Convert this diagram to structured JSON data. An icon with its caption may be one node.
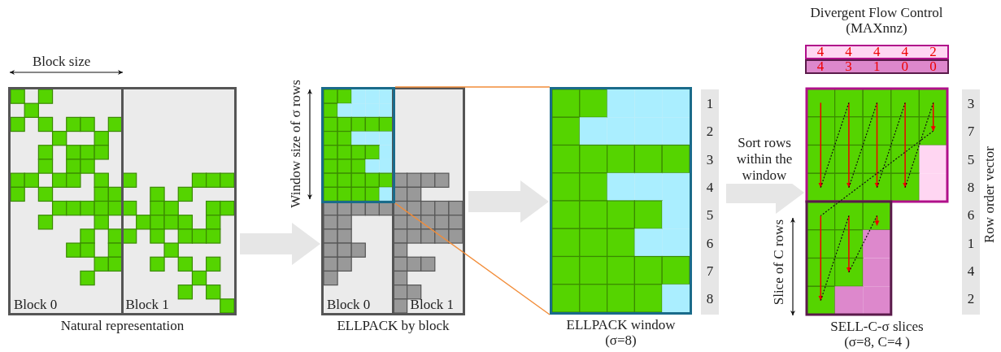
{
  "diagram": {
    "nodes": [
      {
        "text": [
          "Block 0",
          "Block 1"
        ],
        "beside": [
          "Natural representation"
        ]
      },
      {
        "text": [
          "Block 0",
          "Block 1"
        ],
        "beside": [
          "ELLPACK by block"
        ]
      },
      {
        "text": [],
        "shape": "box",
        "in": 1
      },
      {
        "text": [],
        "shape": "box",
        "beside": [
          "ELLPACK window (σ=8)"
        ]
      },
      {
        "text": [],
        "shape": "box",
        "beside": [
          "SELL-C-σ slices (σ=8, C=4 )"
        ]
      }
    ],
    "edges": [
      {
        "from": 0,
        "to": 1,
        "arrow": "to"
      },
      {
        "from": 1,
        "to": 3,
        "arrow": "to"
      },
      {
        "from": 3,
        "to": 4,
        "arrow": "to",
        "label": "Sort rows within the window"
      },
      {
        "from": 2,
        "to": 3,
        "arrow": "none",
        "color": "#f28c38"
      },
      {
        "from": 2,
        "to": 3,
        "arrow": "none",
        "color": "#f28c38"
      }
    ],
    "labels": [
      "Block size",
      "Window size of σ rows",
      "1",
      "2",
      "3",
      "4",
      "5",
      "6",
      "7",
      "8",
      "Divergent Flow Control (MAXnnz)",
      "4",
      "4",
      "4",
      "4",
      "2",
      "4",
      "3",
      "1",
      "0",
      "0",
      "Slice of C rows",
      "3",
      "7",
      "5",
      "8",
      "6",
      "1",
      "4",
      "2",
      "Row order vector"
    ]
  }
}
